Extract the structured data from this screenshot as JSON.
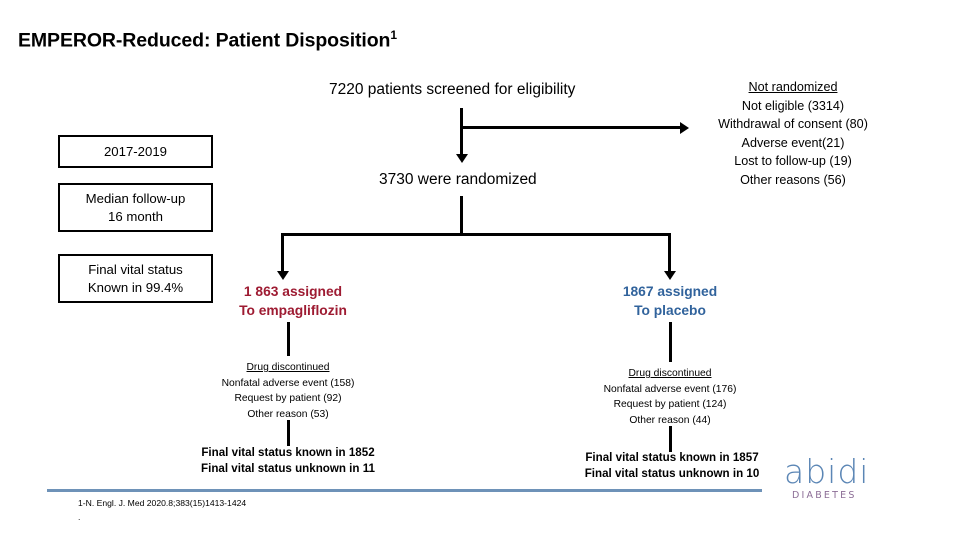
{
  "slide": {
    "title": "EMPEROR-Reduced: Patient Disposition",
    "title_superscript": "1"
  },
  "flow": {
    "screened": "7220 patients screened for eligibility",
    "randomized": "3730 were randomized"
  },
  "not_randomized": {
    "heading": "Not randomized",
    "lines": [
      "Not eligible (3314)",
      "Withdrawal of consent (80)",
      "Adverse event(21)",
      "Lost to follow-up (19)",
      "Other reasons (56)"
    ]
  },
  "info_boxes": [
    {
      "line1": "2017-2019",
      "line2": ""
    },
    {
      "line1": "Median follow-up",
      "line2": "16 month"
    },
    {
      "line1": "Final vital status",
      "line2": "Known in 99.4%"
    }
  ],
  "arms": {
    "left": {
      "line1": "1 863 assigned",
      "line2": "To empagliflozin",
      "color": "#9E1B32",
      "discontinued": {
        "heading": "Drug discontinued",
        "lines": [
          "Nonfatal adverse event (158)",
          "Request by patient (92)",
          "Other reason (53)"
        ]
      },
      "final_vital_status": [
        "Final vital status known in 1852",
        "Final vital status unknown in 11"
      ]
    },
    "right": {
      "line1": "1867 assigned",
      "line2": "To placebo",
      "color": "#31639C",
      "discontinued": {
        "heading": "Drug discontinued",
        "lines": [
          "Nonfatal adverse event (176)",
          "Request by patient (124)",
          "Other reason (44)"
        ]
      },
      "final_vital_status": [
        "Final vital status known in 1857",
        "Final vital status unknown in 10"
      ]
    }
  },
  "footer": {
    "citation": "1-N. Engl. J. Med 2020.8;383(15)1413-1424",
    "trailing_dot": "."
  },
  "logo": {
    "word": "abidi",
    "sub": "DIABETES",
    "word_color": "#5B86B5",
    "sub_color": "#8C6E96"
  }
}
